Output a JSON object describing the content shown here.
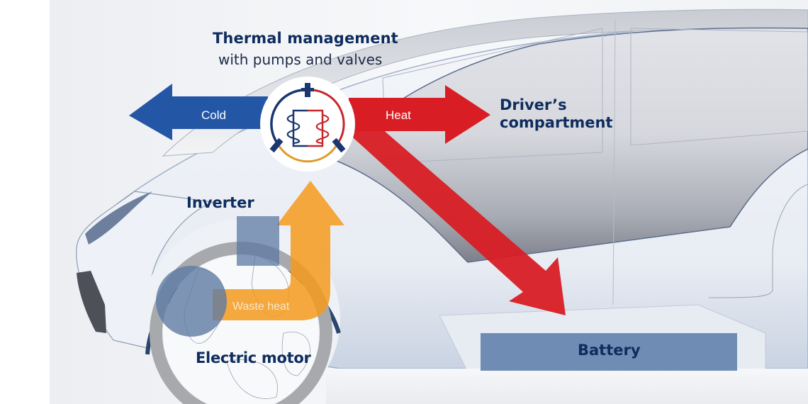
{
  "diagram": {
    "title": "Thermal management",
    "subtitle": "with pumps and valves",
    "flows": {
      "cold": "Cold",
      "heat": "Heat",
      "waste_heat": "Waste heat"
    },
    "components": {
      "drivers_compartment_line1": "Driver’s",
      "drivers_compartment_line2": "compartment",
      "inverter": "Inverter",
      "electric_motor": "Electric motor",
      "battery": "Battery"
    },
    "icons": {
      "thermal_unit": "heat-exchanger-icon"
    },
    "colors": {
      "navy_text": "#0e2c5e",
      "cold_arrow": "#2456a6",
      "heat_arrow": "#d81e24",
      "waste_heat_arrow": "#f49a1c",
      "component_box": "#6f8cb4",
      "valve_navy": "#1a3770",
      "valve_red": "#c8262b",
      "valve_orange": "#e19a2a"
    }
  }
}
